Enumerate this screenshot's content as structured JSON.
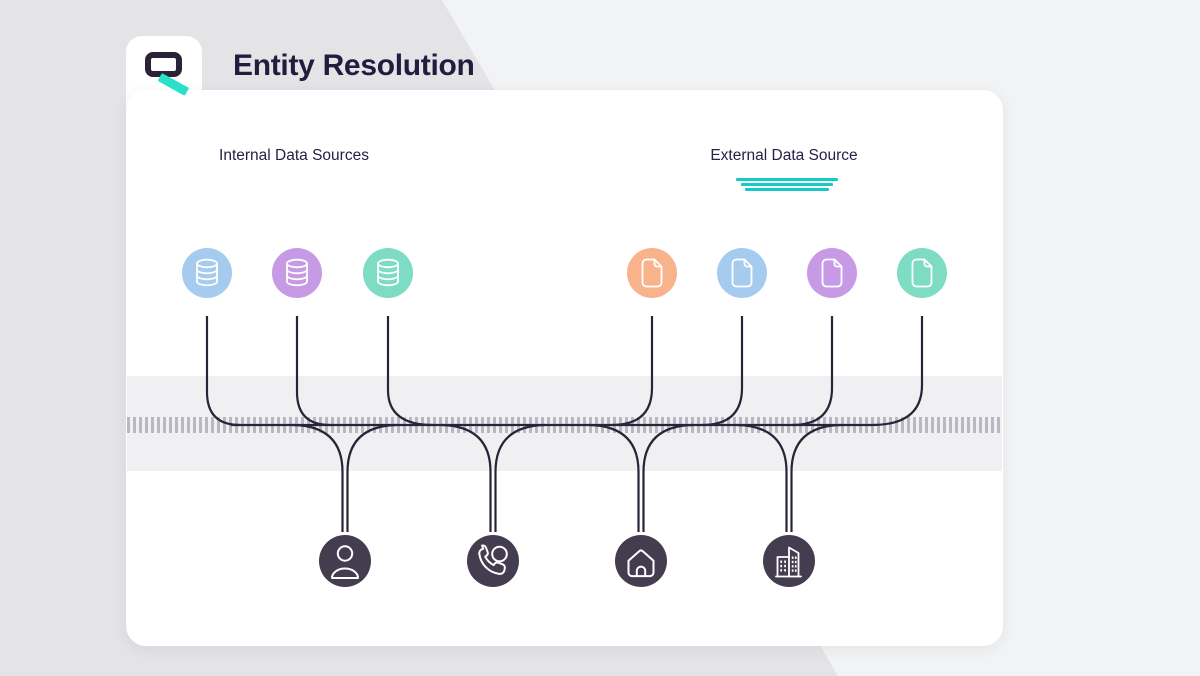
{
  "header": {
    "title": "Entity Resolution",
    "logo_icon": "q-logo-icon",
    "logo_accent_color": "#2ae0c8"
  },
  "diagram": {
    "line_color": "#2a2337",
    "band_color": "#f0f0f2",
    "barcode_color": "#b8b8c3",
    "internal": {
      "label": "Internal Data Sources",
      "items": [
        {
          "icon": "database-icon",
          "color": "#a5cbee"
        },
        {
          "icon": "database-icon",
          "color": "#c79ae6"
        },
        {
          "icon": "database-icon",
          "color": "#7ddcc3"
        }
      ]
    },
    "external": {
      "label": "External Data Source",
      "accent_lines_color": "#13cac7",
      "items": [
        {
          "icon": "document-icon",
          "color": "#f8b28c"
        },
        {
          "icon": "document-icon",
          "color": "#a5cbee"
        },
        {
          "icon": "document-icon",
          "color": "#c79ae6"
        },
        {
          "icon": "document-icon",
          "color": "#7ddcc3"
        }
      ]
    },
    "entities": {
      "circle_color": "#443d4f",
      "items": [
        {
          "icon": "person-icon"
        },
        {
          "icon": "phone-icon"
        },
        {
          "icon": "home-icon"
        },
        {
          "icon": "building-icon"
        }
      ]
    }
  }
}
